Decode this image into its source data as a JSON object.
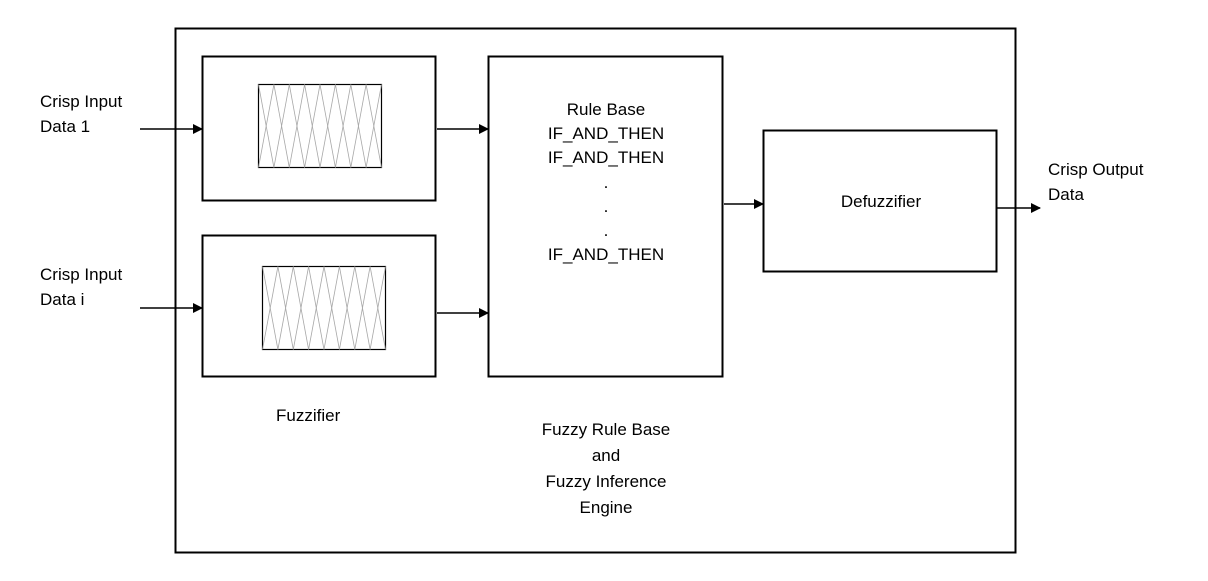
{
  "inputs": [
    {
      "line1": "Crisp Input",
      "line2": "Data 1"
    },
    {
      "line1": "Crisp Input",
      "line2": "Data i"
    }
  ],
  "fuzzifier_label": "Fuzzifier",
  "rule_base": {
    "title": "Rule Base",
    "rules": [
      "IF_AND_THEN",
      "IF_AND_THEN",
      ".",
      ".",
      ".",
      "IF_AND_THEN"
    ]
  },
  "engine_caption": {
    "line1": "Fuzzy Rule Base",
    "line2": "and",
    "line3": "Fuzzy Inference",
    "line4": "Engine"
  },
  "defuzzifier_label": "Defuzzifier",
  "output": {
    "line1": "Crisp Output",
    "line2": "Data"
  }
}
